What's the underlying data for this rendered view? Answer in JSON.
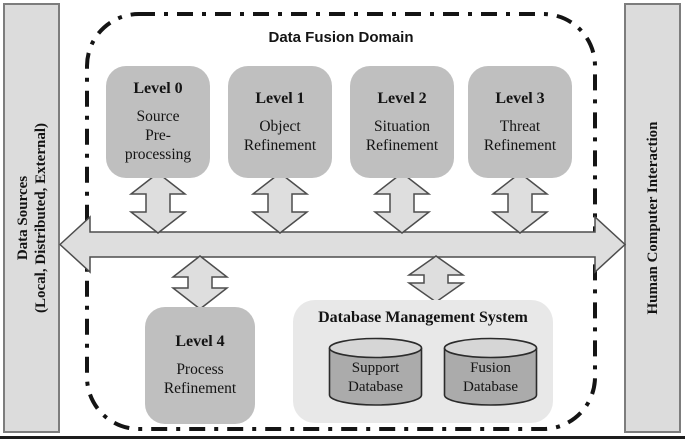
{
  "diagram": {
    "domain_title": "Data Fusion Domain",
    "left_bar": {
      "line1": "Data Sources",
      "line2": "(Local, Distributed, External)"
    },
    "right_bar": {
      "label": "Human Computer Interaction"
    },
    "levels": [
      {
        "title": "Level 0",
        "subtitle": "Source\nPre-\nprocessing"
      },
      {
        "title": "Level 1",
        "subtitle": "Object\nRefinement"
      },
      {
        "title": "Level 2",
        "subtitle": "Situation\nRefinement"
      },
      {
        "title": "Level 3",
        "subtitle": "Threat\nRefinement"
      },
      {
        "title": "Level 4",
        "subtitle": "Process\nRefinement"
      }
    ],
    "dbms": {
      "title": "Database Management System",
      "databases": [
        {
          "label": "Support\nDatabase"
        },
        {
          "label": "Fusion\nDatabase"
        }
      ]
    },
    "colors": {
      "side_bar_fill": "#dcdcdc",
      "side_bar_border": "#7d7d7d",
      "level_box_fill": "#bfbfbf",
      "dbms_fill": "#e8e8e8",
      "cylinder_body": "#ababab",
      "cylinder_top": "#d6d6d6",
      "arrow_fill": "#dedede",
      "arrow_outline": "#4d4d4d",
      "dash_border": "#141414",
      "text": "#141414"
    }
  }
}
